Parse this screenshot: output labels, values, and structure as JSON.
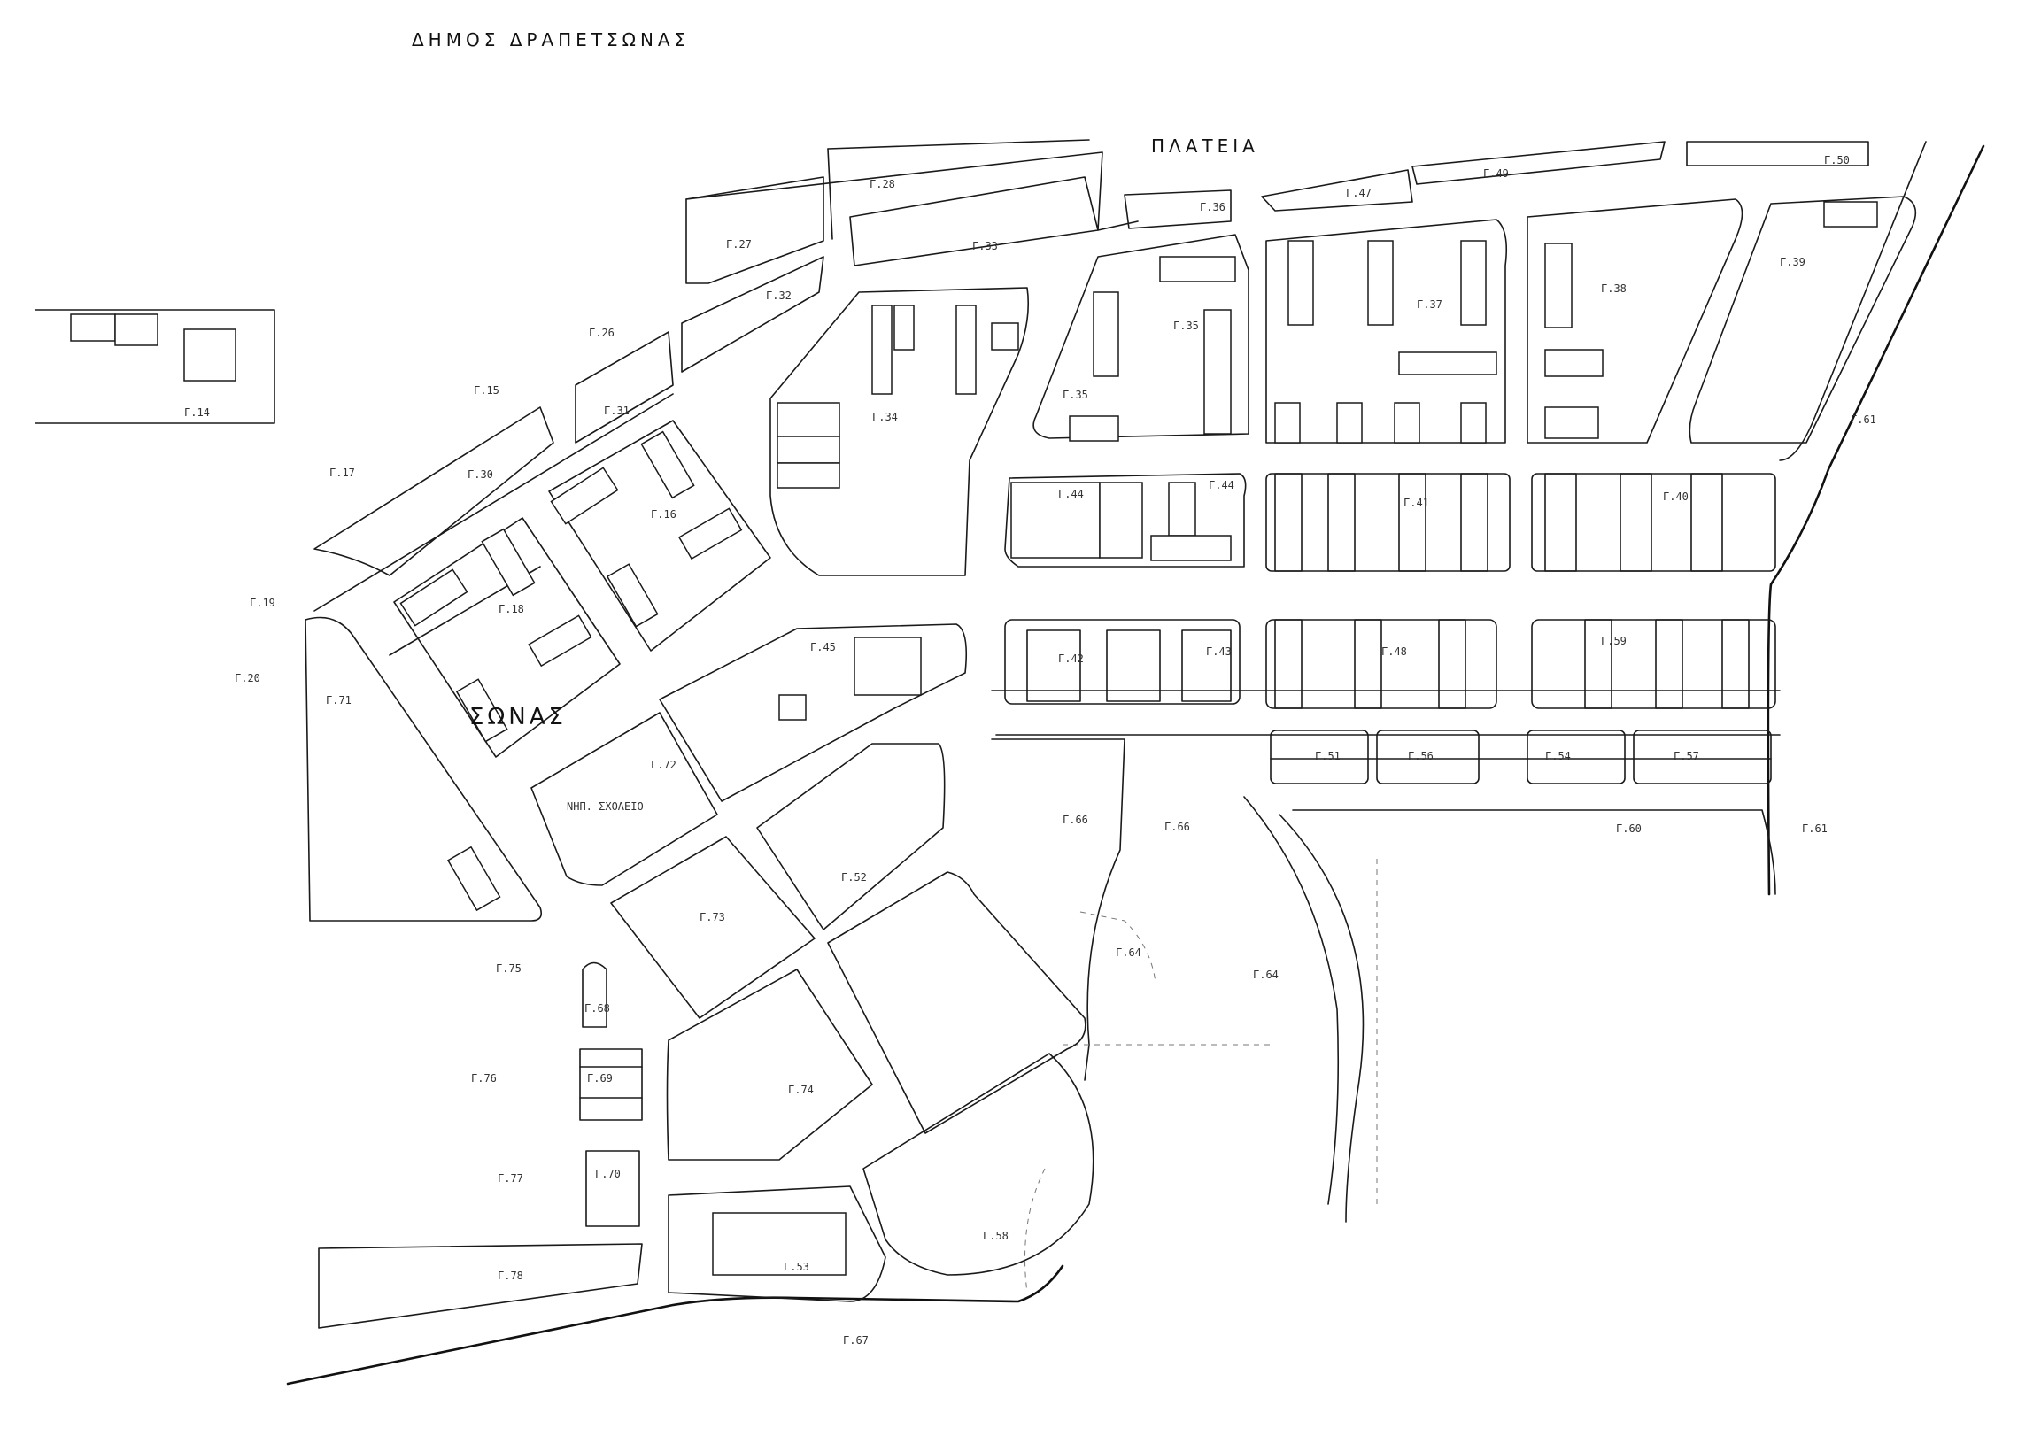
{
  "map": {
    "title": "ΔΗΜΟΣ ΔΡΑΠΕΤΣΩΝΑΣ",
    "plateia_label": "ΠΛΑΤΕΙΑ",
    "district_label": "ΣΩΝΑΣ",
    "school_label": "ΝΗΠ. ΣΧΟΛΕΙΟ",
    "block_labels": {
      "g14": "Γ.14",
      "g15": "Γ.15",
      "g16": "Γ.16",
      "g17": "Γ.17",
      "g18": "Γ.18",
      "g19": "Γ.19",
      "g20": "Γ.20",
      "g26": "Γ.26",
      "g27": "Γ.27",
      "g28": "Γ.28",
      "g30": "Γ.30",
      "g31": "Γ.31",
      "g32": "Γ.32",
      "g33": "Γ.33",
      "g34": "Γ.34",
      "g35": "Γ.35",
      "g35b": "Γ.35",
      "g36": "Γ.36",
      "g37": "Γ.37",
      "g38": "Γ.38",
      "g39": "Γ.39",
      "g40": "Γ.40",
      "g41": "Γ.41",
      "g42": "Γ.42",
      "g43": "Γ.43",
      "g44": "Γ.44",
      "g44b": "Γ.44",
      "g45": "Γ.45",
      "g47": "Γ.47",
      "g48": "Γ.48",
      "g49": "Γ.49",
      "g50": "Γ.50",
      "g51": "Γ.51",
      "g52": "Γ.52",
      "g53": "Γ.53",
      "g54": "Γ.54",
      "g56": "Γ.56",
      "g57": "Γ.57",
      "g58": "Γ.58",
      "g59": "Γ.59",
      "g60": "Γ.60",
      "g61": "Γ.61",
      "g61b": "Γ.61",
      "g64": "Γ.64",
      "g64b": "Γ.64",
      "g66": "Γ.66",
      "g66b": "Γ.66",
      "g67": "Γ.67",
      "g68": "Γ.68",
      "g69": "Γ.69",
      "g70": "Γ.70",
      "g71": "Γ.71",
      "g72": "Γ.72",
      "g73": "Γ.73",
      "g74": "Γ.74",
      "g75": "Γ.75",
      "g76": "Γ.76",
      "g77": "Γ.77",
      "g78": "Γ.78"
    }
  }
}
